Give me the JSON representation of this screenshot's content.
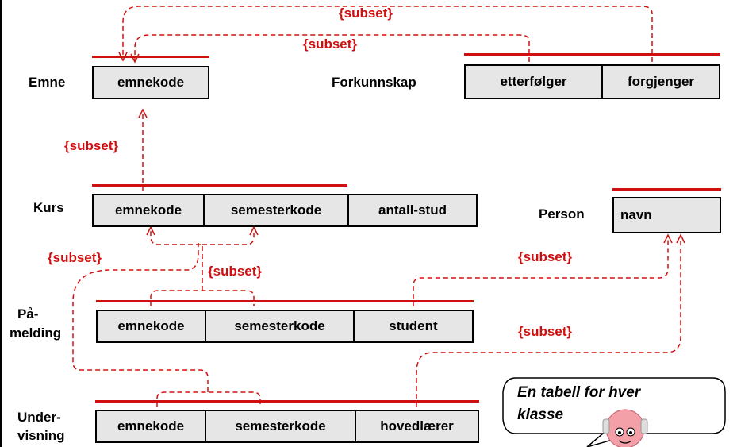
{
  "subset_label": "{subset}",
  "tables": {
    "emne": {
      "name": "Emne",
      "columns": [
        "emnekode"
      ]
    },
    "forkunnskap": {
      "name": "Forkunnskap",
      "columns": [
        "etterfølger",
        "forgjenger"
      ]
    },
    "kurs": {
      "name": "Kurs",
      "columns": [
        "emnekode",
        "semesterkode",
        "antall-stud"
      ]
    },
    "person": {
      "name": "Person",
      "columns": [
        "navn"
      ]
    },
    "pamelding": {
      "name_line1": "På-",
      "name_line2": "melding",
      "columns": [
        "emnekode",
        "semesterkode",
        "student"
      ]
    },
    "undervisning": {
      "name_line1": "Under-",
      "name_line2": "visning",
      "columns": [
        "emnekode",
        "semesterkode",
        "hovedlærer"
      ]
    }
  },
  "callout": {
    "line1": "En tabell for hver",
    "line2": "klasse"
  },
  "colors": {
    "accent": "#d01010",
    "cell_fill": "#e6e6e6",
    "border": "#000000"
  }
}
